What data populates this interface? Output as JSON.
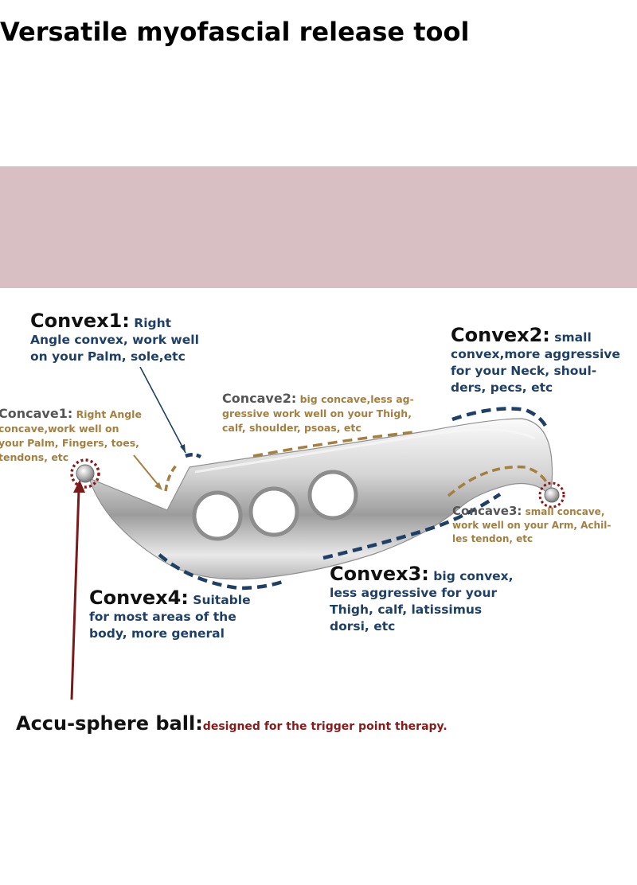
{
  "title": "Versatile myofascial release tool",
  "labels": {
    "convex1": {
      "name": "Convex1:",
      "desc": [
        "Right",
        "Angle convex, work well",
        "on your Palm, sole,etc"
      ]
    },
    "convex2": {
      "name": "Convex2:",
      "desc": [
        "small",
        "convex,more aggressive",
        "for your Neck, shoul-",
        "ders, pecs, etc"
      ]
    },
    "concave1": {
      "name": "Concave1:",
      "desc": [
        "Right Angle",
        "concave,work well on",
        "your Palm, Fingers, toes,",
        "tendons, etc"
      ]
    },
    "concave2": {
      "name": "Concave2:",
      "desc": [
        "big concave,less ag-",
        "gressive work well on  your Thigh,",
        "calf, shoulder, psoas, etc"
      ]
    },
    "concave3": {
      "name": "Concave3:",
      "desc": [
        "small concave,",
        "work well on  your Arm, Achil-",
        "les tendon, etc"
      ]
    },
    "convex3": {
      "name": "Convex3:",
      "desc": [
        "big convex,",
        "less aggressive for your",
        "Thigh, calf, latissimus",
        "dorsi, etc"
      ]
    },
    "convex4": {
      "name": "Convex4:",
      "desc": [
        "Suitable",
        "for most areas of the",
        "body, more general"
      ]
    },
    "accu": {
      "name": "Accu-sphere ball:",
      "desc": "designed for the trigger point therapy."
    }
  },
  "colors": {
    "banner": "#d8bfc3",
    "title": "#3d3c3c",
    "blue": "#1e3f66",
    "gold": "#a57f3f",
    "red": "#8a1a1a"
  }
}
